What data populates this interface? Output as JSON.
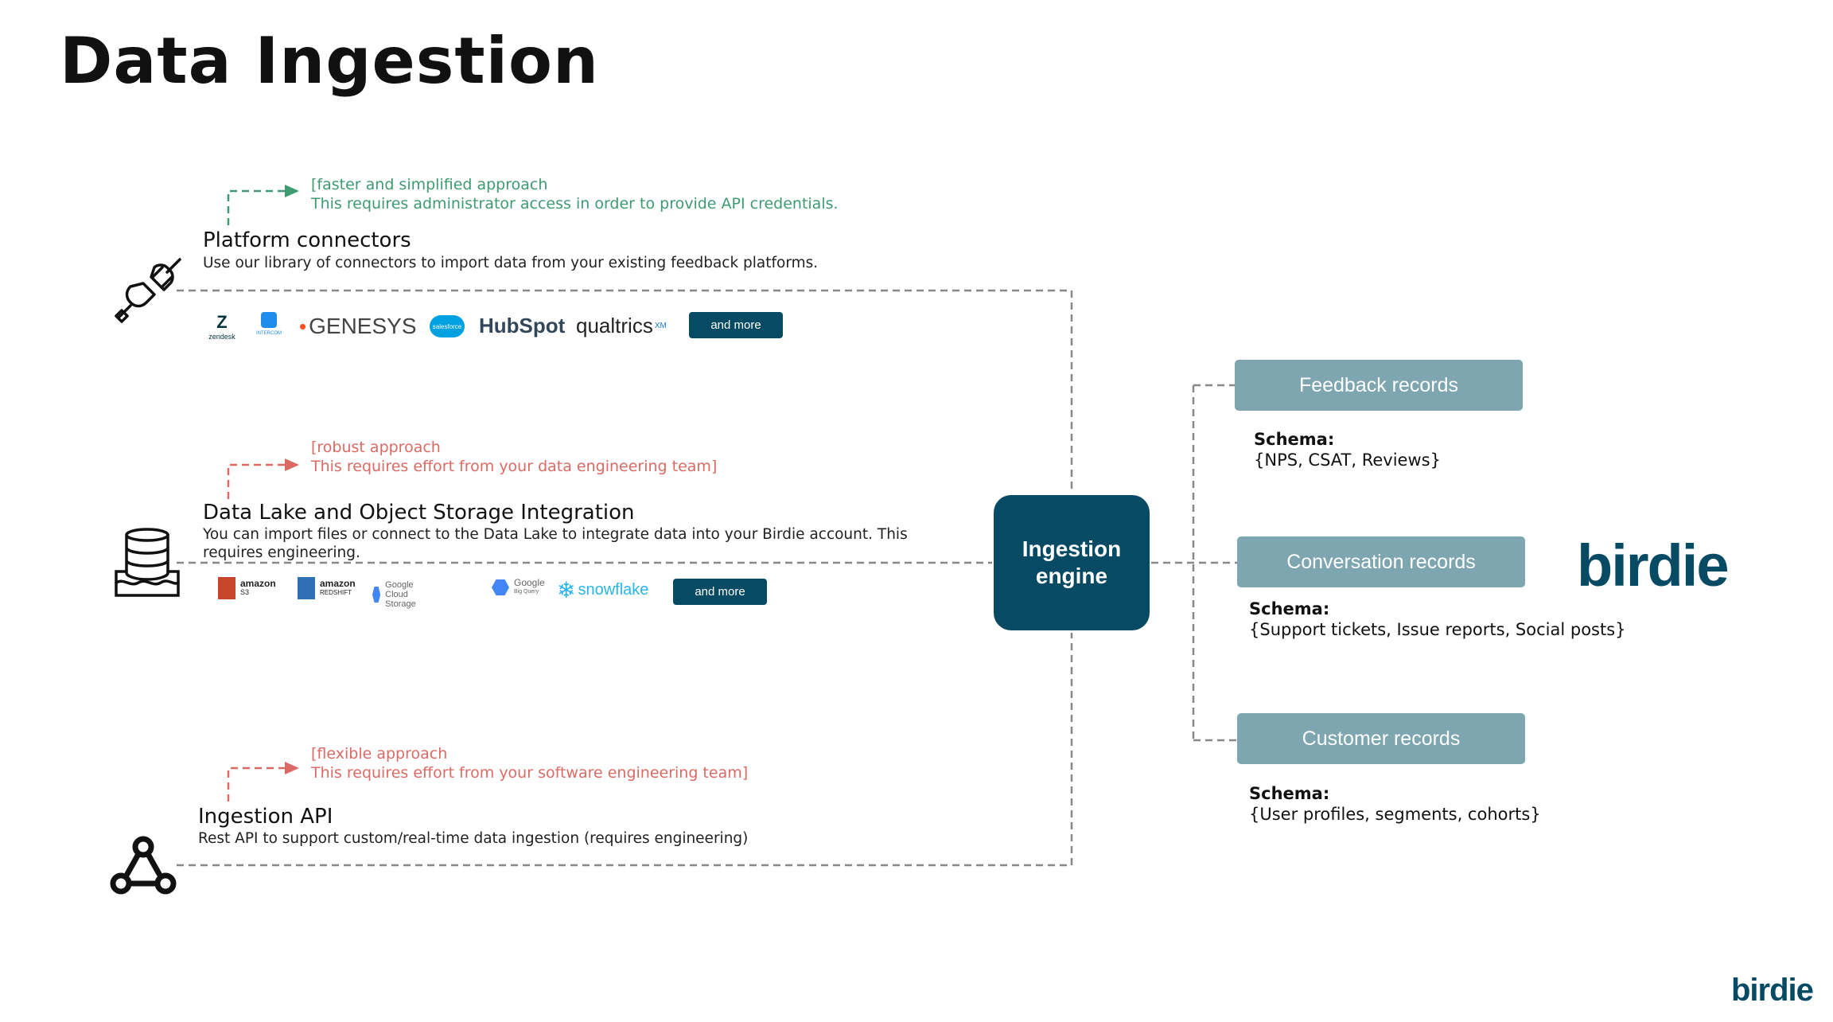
{
  "title": "Data Ingestion",
  "colors": {
    "accent": "#064a63",
    "record": "#7ea6b0",
    "green_note": "#3e9a73",
    "red_note": "#dc6a64"
  },
  "sections": {
    "platform": {
      "note_line1": "[faster and simplified approach",
      "note_line2": "This requires administrator access in order to provide API credentials.",
      "title": "Platform connectors",
      "desc": "Use our library of connectors to import data from your existing feedback platforms.",
      "icon": "plug-icon",
      "logos": {
        "zendesk": "zendesk",
        "intercom": "INTERCOM",
        "genesys": "GENESYS",
        "salesforce": "salesforce",
        "hubspot": "HubSpot",
        "qualtrics": "qualtrics",
        "qualtrics_xm": "XM"
      },
      "more_label": "and more"
    },
    "datalake": {
      "note_line1": "[robust approach",
      "note_line2": "This requires effort from your data engineering team]",
      "title": "Data Lake and Object Storage Integration",
      "desc_line1": "You can import files or connect to the Data Lake to integrate data into your Birdie account. This",
      "desc_line2": "requires engineering.",
      "icon": "database-icon",
      "logos": {
        "s3_top": "amazon",
        "s3_bottom": "S3",
        "redshift_top": "amazon",
        "redshift_bottom": "REDSHIFT",
        "gcs": "Google Cloud Storage",
        "bq_top": "Google",
        "bq_bottom": "Big Query",
        "snowflake": "snowflake"
      },
      "more_label": "and more"
    },
    "api": {
      "note_line1": "[flexible approach",
      "note_line2": "This requires effort from your software engineering team]",
      "title": "Ingestion API",
      "desc": "Rest API to support custom/real-time data ingestion (requires engineering)",
      "icon": "webhook-icon"
    }
  },
  "engine": {
    "line1": "Ingestion",
    "line2": "engine"
  },
  "records": [
    {
      "label": "Feedback records",
      "schema_head": "Schema:",
      "schema_val": "{NPS, CSAT, Reviews}"
    },
    {
      "label": "Conversation records",
      "schema_head": "Schema:",
      "schema_val": "{Support tickets, Issue reports, Social posts}"
    },
    {
      "label": "Customer records",
      "schema_head": "Schema:",
      "schema_val": "{User profiles, segments, cohorts}"
    }
  ],
  "brand": {
    "name": "birdie",
    "small": "birdie"
  }
}
